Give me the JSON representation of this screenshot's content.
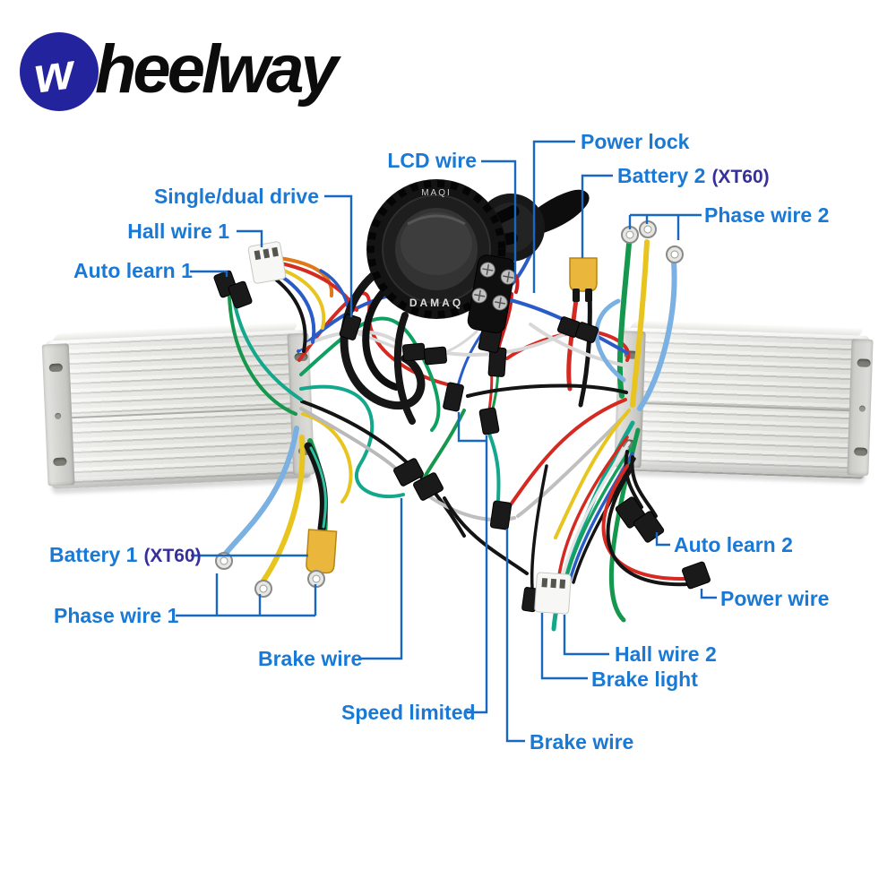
{
  "brand": {
    "monogram": "w",
    "name": "heelway"
  },
  "display_unit": {
    "top_text": "MAQI",
    "bottom_text": "DAMAQ"
  },
  "colors": {
    "label_blue": "#1a79d4",
    "callout_line_blue": "#1867c0",
    "connector_code_navy": "#37309b",
    "logo_blue": "#23239e",
    "xt60_yellow": "#eab73c",
    "controller_silver": "#e8e8e4"
  },
  "labels": {
    "lcd_wire": {
      "text": "LCD wire"
    },
    "power_lock": {
      "text": "Power lock"
    },
    "battery_2": {
      "text": "Battery 2",
      "connector": "(XT60)"
    },
    "single_dual_drive": {
      "text": "Single/dual drive"
    },
    "phase_wire_2": {
      "text": "Phase wire 2"
    },
    "hall_wire_1": {
      "text": "Hall wire 1"
    },
    "auto_learn_1": {
      "text": "Auto learn 1"
    },
    "battery_1": {
      "text": "Battery 1",
      "connector": "(XT60)"
    },
    "phase_wire_1": {
      "text": "Phase wire 1"
    },
    "brake_wire_1": {
      "text": "Brake wire"
    },
    "speed_limited": {
      "text": "Speed limited"
    },
    "brake_wire_2": {
      "text": "Brake wire"
    },
    "auto_learn_2": {
      "text": "Auto learn 2"
    },
    "power_wire": {
      "text": "Power wire"
    },
    "hall_wire_2": {
      "text": "Hall wire 2"
    },
    "brake_light": {
      "text": "Brake light"
    }
  }
}
